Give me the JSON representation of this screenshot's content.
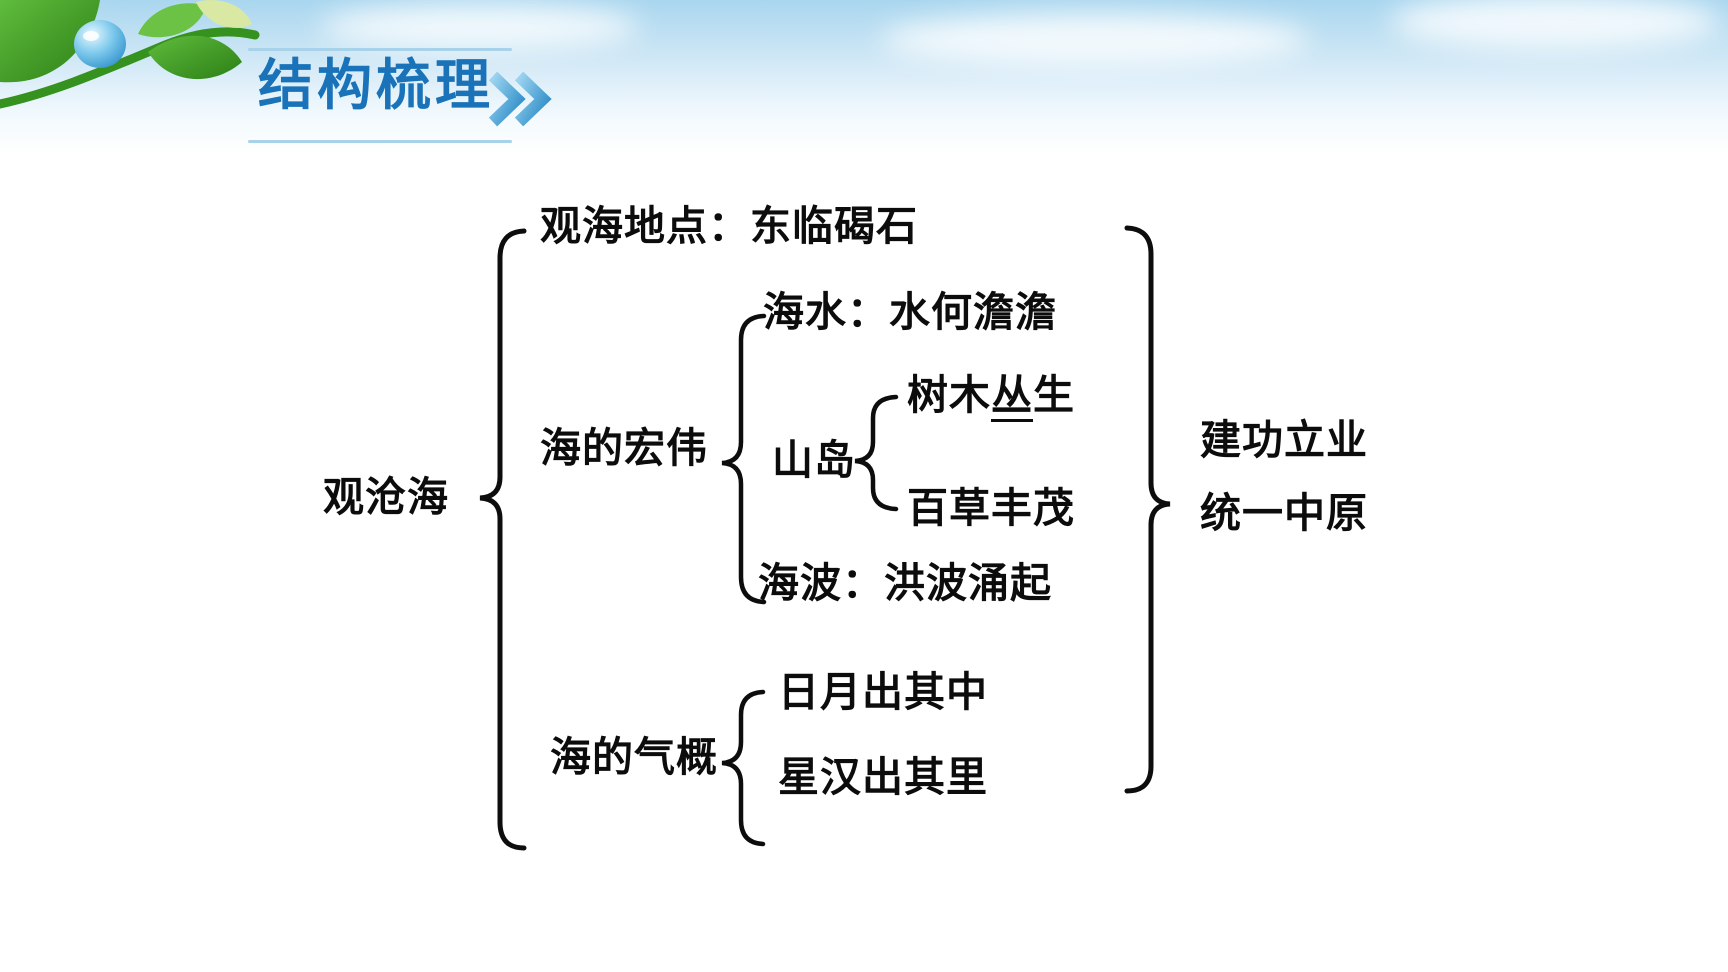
{
  "header": {
    "title": "结构梳理"
  },
  "icons": {
    "title_chevron": "double-chevron-right",
    "corner_decoration": "green-leaf-branch-with-water-drop"
  },
  "colors": {
    "title_blue": "#1a73b8",
    "accent_light_blue": "#a7d2ea",
    "diagram_text": "#0c0c0c",
    "sky_top": "#a9d6ef"
  },
  "diagram": {
    "root": "观沧海",
    "location": "观海地点：东临碣石",
    "grandeur": {
      "label": "海的宏伟",
      "seawater": "海水：水何澹澹",
      "island": {
        "label": "山岛",
        "trees_prefix": "树木",
        "trees_emphasis": "丛",
        "trees_suffix": "生",
        "grass": "百草丰茂"
      },
      "waves": "海波：洪波涌起"
    },
    "spirit": {
      "label": "海的气概",
      "line1": "日月出其中",
      "line2": "星汉出其里"
    },
    "conclusion": {
      "line1": "建功立业",
      "line2": "统一中原"
    }
  }
}
